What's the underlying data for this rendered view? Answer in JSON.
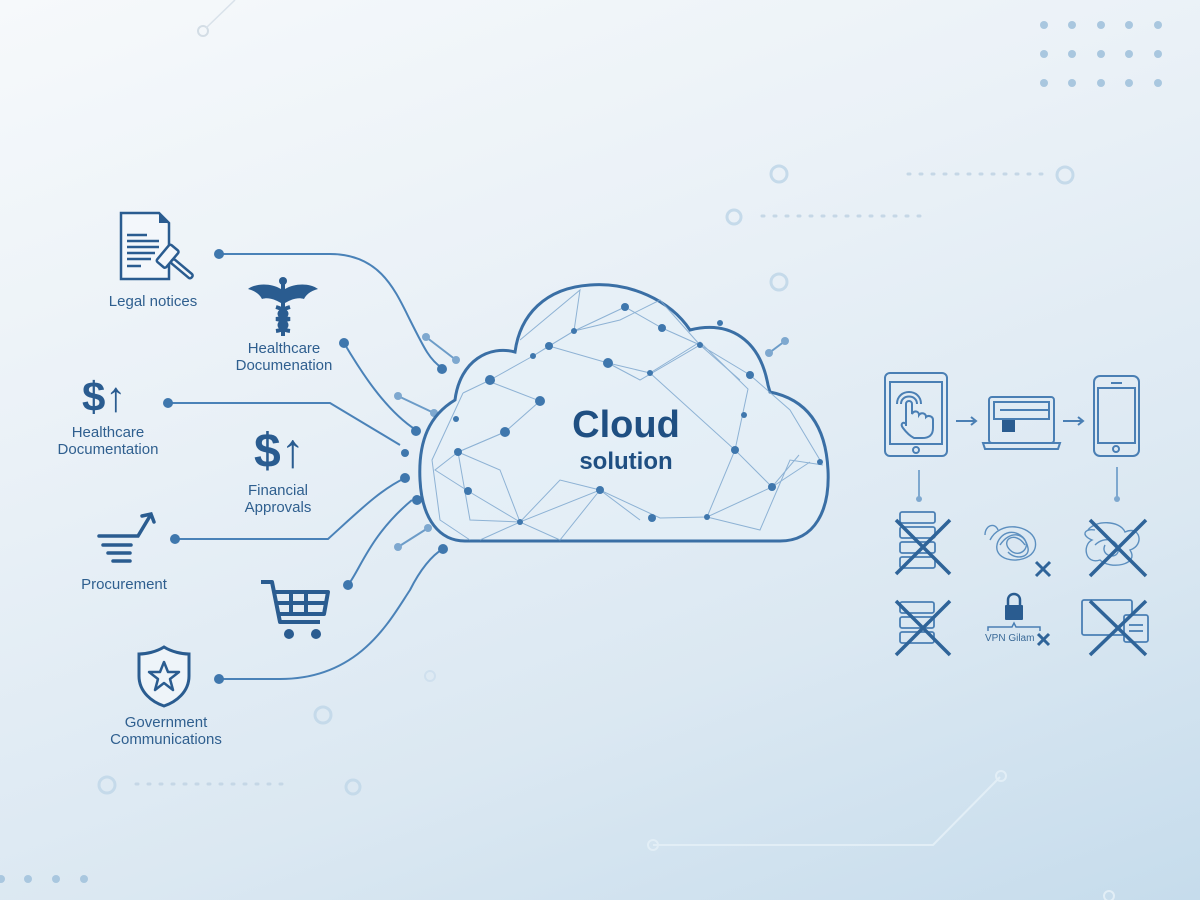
{
  "diagram": {
    "center": {
      "title": "Cloud",
      "subtitle": "solution"
    },
    "left_sources": [
      {
        "id": "legal",
        "label": "Legal notices",
        "icon": "document-gavel-icon"
      },
      {
        "id": "healthcare-caduceus",
        "label_line1": "Healthcare",
        "label_line2": "Documenation",
        "icon": "caduceus-icon"
      },
      {
        "id": "healthcare-dollar",
        "label_line1": "Healthcare",
        "label_line2": "Documentation",
        "icon": "dollar-up-arrow-icon",
        "glyph": "$↑"
      },
      {
        "id": "financial",
        "label_line1": "Financial",
        "label_line2": "Approvals",
        "icon": "dollar-up-arrow-icon",
        "glyph": "$↑"
      },
      {
        "id": "procurement",
        "label": "Procurement",
        "icon": "trend-lines-icon"
      },
      {
        "id": "cart",
        "label": "",
        "icon": "shopping-cart-icon"
      },
      {
        "id": "government",
        "label_line1": "Government",
        "label_line2": "Communications",
        "icon": "shield-star-icon"
      }
    ],
    "right_devices": [
      {
        "id": "tablet",
        "icon": "tablet-touch-icon"
      },
      {
        "id": "laptop",
        "icon": "laptop-icon"
      },
      {
        "id": "phone",
        "icon": "smartphone-icon"
      }
    ],
    "right_crossed_out": [
      {
        "id": "servers-1",
        "icon": "server-stack-crossed-icon"
      },
      {
        "id": "tangled",
        "icon": "tangled-cables-x-icon"
      },
      {
        "id": "tangled-2",
        "icon": "tangled-cables-crossed-icon"
      },
      {
        "id": "forms",
        "icon": "form-stack-crossed-icon"
      },
      {
        "id": "vpn",
        "icon": "vpn-lock-x-icon",
        "label": "VPN Gilam"
      },
      {
        "id": "desktop",
        "icon": "desktop-crossed-icon"
      }
    ],
    "colors": {
      "primary": "#2a5c90",
      "line": "#4a82b8",
      "node": "#3f77ad",
      "mesh": "#7fa8cf",
      "decor": "#9dc0db"
    }
  }
}
